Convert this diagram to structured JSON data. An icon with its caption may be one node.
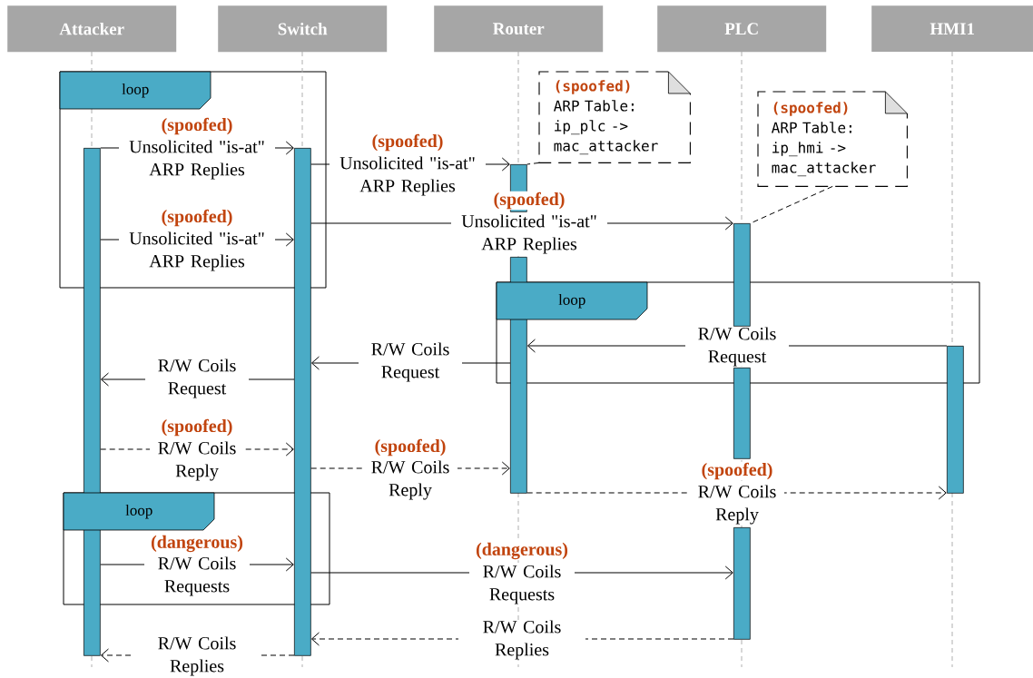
{
  "diagram": {
    "nodes": [
      {
        "text": [
          "Attacker"
        ]
      },
      {
        "text": [
          "Switch"
        ]
      },
      {
        "text": [
          "Router"
        ]
      },
      {
        "text": [
          "PLC"
        ]
      },
      {
        "text": [
          "HMI1"
        ]
      },
      {
        "text": [
          "loop"
        ]
      },
      {
        "text": [],
        "shape": "bar"
      },
      {
        "text": [],
        "shape": "bar"
      },
      {
        "text": [
          "(spoofed)",
          "ARP Table: ip_plc -> mac_attacker"
        ]
      },
      {
        "text": [],
        "shape": "bar"
      },
      {
        "text": [],
        "shape": "bar"
      },
      {
        "text": [
          "(spoofed)",
          "ARP Table: ip_hmi -> mac_attacker"
        ]
      },
      {
        "text": [],
        "shape": "bar"
      },
      {
        "text": [],
        "shape": "bar"
      },
      {
        "text": [
          "loop"
        ]
      },
      {
        "text": [],
        "shape": "bar"
      },
      {
        "text": [
          "loop"
        ]
      },
      {
        "text": [],
        "shape": "bar"
      }
    ],
    "edges": [
      {
        "from": 6,
        "to": 7,
        "arrow": "to",
        "label": "Unsolicited \"is-at\" ARP Replies"
      },
      {
        "from": 7,
        "to": 9,
        "arrow": "to",
        "label": "Unsolicited \"is-at\" ARP Replies"
      },
      {
        "from": 7,
        "to": 12,
        "arrow": "to",
        "label": "Unsolicited \"is-at\" ARP Replies"
      },
      {
        "from": 6,
        "to": 7,
        "arrow": "to",
        "label": "Unsolicited \"is-at\" ARP Replies"
      },
      {
        "from": 15,
        "to": 10,
        "arrow": "to",
        "label": "R/W Coils Request"
      },
      {
        "from": 10,
        "to": 7,
        "arrow": "to",
        "label": "R/W Coils Request"
      },
      {
        "from": 7,
        "to": 6,
        "arrow": "to",
        "label": "R/W Coils Request"
      },
      {
        "from": 6,
        "to": 7,
        "arrow": "to",
        "label": "R/W Coils Reply",
        "style": "dashed"
      },
      {
        "from": 7,
        "to": 10,
        "arrow": "to",
        "label": "R/W Coils Reply",
        "style": "dashed"
      },
      {
        "from": 10,
        "to": 15,
        "arrow": "to",
        "label": "R/W Coils Reply",
        "style": "dashed"
      },
      {
        "from": 6,
        "to": 7,
        "arrow": "to",
        "label": "R/W Coils Requests"
      },
      {
        "from": 7,
        "to": 17,
        "arrow": "to",
        "label": "R/W Coils Requests"
      },
      {
        "from": 17,
        "to": 7,
        "arrow": "to",
        "label": "R/W Coils Replies",
        "style": "dashed"
      },
      {
        "from": 7,
        "to": 6,
        "arrow": "to",
        "label": "R/W Coils Replies",
        "style": "dashed"
      },
      {
        "from": 8,
        "to": 9,
        "arrow": "none",
        "style": "dashed"
      },
      {
        "from": 11,
        "to": 12,
        "arrow": "none",
        "style": "dashed"
      }
    ],
    "labels": [
      "(spoofed)",
      "(spoofed)",
      "(spoofed)",
      "(spoofed)",
      "(spoofed)",
      "(spoofed)",
      "(spoofed)",
      "(dangerous)",
      "(dangerous)"
    ]
  }
}
